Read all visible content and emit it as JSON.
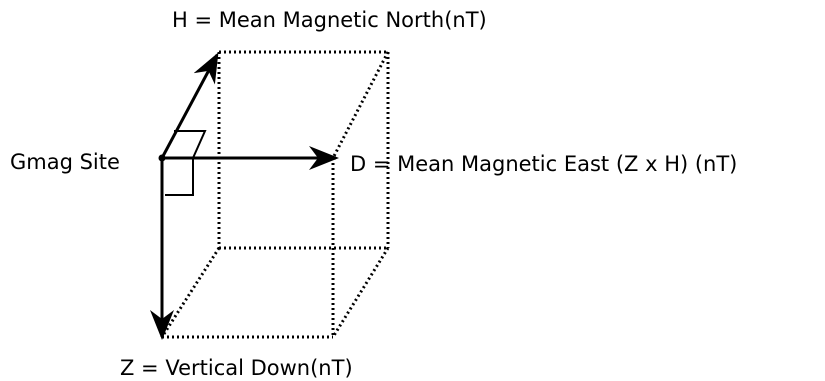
{
  "labels": {
    "h_axis": "H = Mean Magnetic North(nT)",
    "site": "Gmag Site",
    "d_axis": "D = Mean Magnetic East (Z x H) (nT)",
    "z_axis": "Z = Vertical Down(nT)"
  },
  "colors": {
    "line": "#000000",
    "background": "#ffffff"
  }
}
